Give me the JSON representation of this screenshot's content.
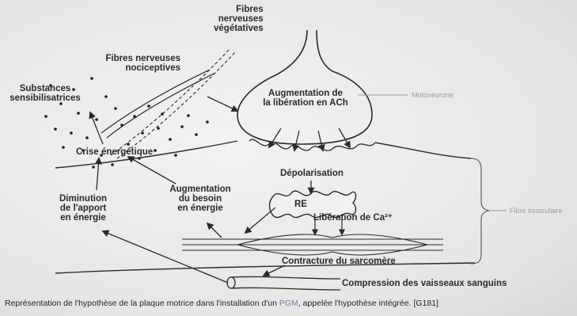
{
  "labels": {
    "vegetative": [
      "Fibres",
      "nerveuses",
      "végétatives"
    ],
    "nociceptive": [
      "Fibres nerveuses",
      "nociceptives"
    ],
    "substances": [
      "Substances",
      "sensibilisatrices"
    ],
    "crise": "Crise énergétique",
    "ach": [
      "Augmentation de",
      "la libération en ACh"
    ],
    "motoneurone": "Motoneurone",
    "depolarisation": "Dépolarisation",
    "re": "RE",
    "calcium": "Libération de Ca²⁺",
    "diminution": [
      "Diminution",
      "de l'apport",
      "en énergie"
    ],
    "besoin": [
      "Augmentation",
      "du besoin",
      "en énergie"
    ],
    "contracture": "Contracture du sarcomère",
    "compression": "Compression des vaisseaux sanguins",
    "fibre_musc": "Fibre musculaire"
  },
  "caption": {
    "pre": "Représentation de l'hypothèse de la plaque motrice dans l'installation d'un ",
    "hl": "PGM",
    "post": ", appelée l'hypothèse intégrée. [G181]"
  }
}
